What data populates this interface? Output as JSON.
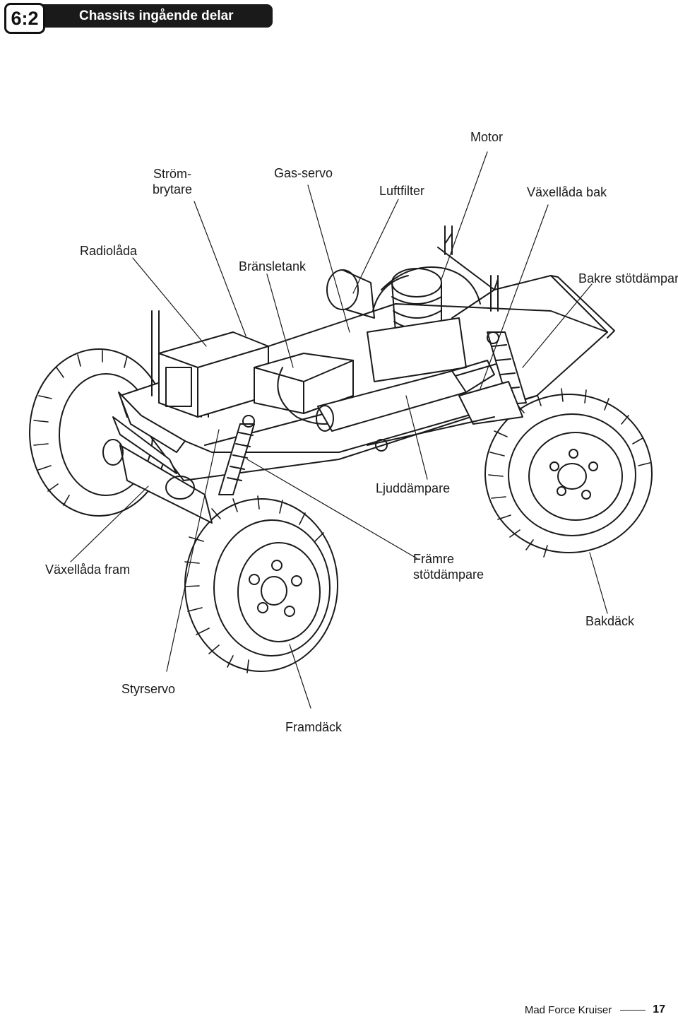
{
  "header": {
    "section_number": "6:2",
    "title": "Chassits ingående delar"
  },
  "labels": {
    "motor": "Motor",
    "strombrytare_line1": "Ström-",
    "strombrytare_line2": "brytare",
    "gas_servo": "Gas-servo",
    "luftfilter": "Luftfilter",
    "vaxellada_bak": "Växellåda bak",
    "radiolada": "Radiolåda",
    "bransletank": "Bränsletank",
    "bakre_stotdampare": "Bakre stötdämpare",
    "ljuddampare": "Ljuddämpare",
    "vaxellada_fram": "Växellåda fram",
    "framre_line1": "Främre",
    "framre_line2": "stötdämpare",
    "bakdack": "Bakdäck",
    "styrservo": "Styrservo",
    "framdack": "Framdäck"
  },
  "footer": {
    "product": "Mad Force Kruiser",
    "page_number": "17"
  }
}
